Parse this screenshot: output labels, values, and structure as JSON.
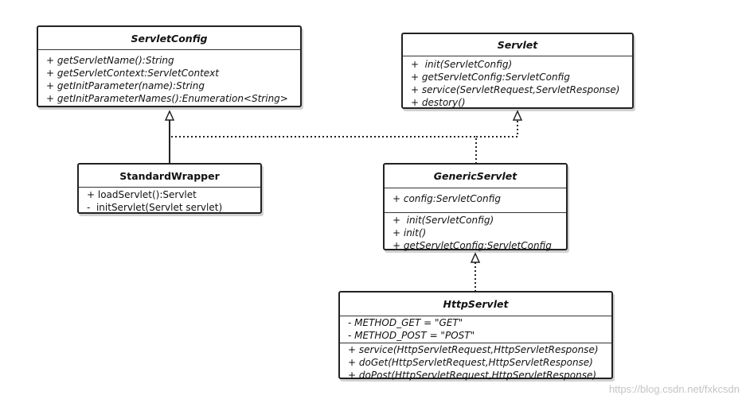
{
  "classes": {
    "servlet_config": {
      "name": "ServletConfig",
      "methods": [
        "+ getServletName():String",
        "+ getServletContext:ServletContext",
        "+ getInitParameter(name):String",
        "+ getInitParameterNames():Enumeration<String>"
      ]
    },
    "servlet": {
      "name": "Servlet",
      "methods": [
        "+  init(ServletConfig)",
        "+ getServletConfig:ServletConfig",
        "+ service(ServletRequest,ServletResponse)",
        "+ destory()"
      ]
    },
    "standard_wrapper": {
      "name": "StandardWrapper",
      "methods": [
        "+ loadServlet():Servlet",
        "-  initServlet(Servlet servlet)"
      ]
    },
    "generic_servlet": {
      "name": "GenericServlet",
      "attributes": [
        "+ config:ServletConfig"
      ],
      "methods": [
        "+  init(ServletConfig)",
        "+ init()",
        "+ getServletConfig:ServletConfig"
      ]
    },
    "http_servlet": {
      "name": "HttpServlet",
      "attributes": [
        "- METHOD_GET = \"GET\"",
        "- METHOD_POST = \"POST\""
      ],
      "methods": [
        "+ service(HttpServletRequest,HttpServletResponse)",
        "+ doGet(HttpServletRequest,HttpServletResponse)",
        "+ doPost(HttpServletRequest,HttpServletResponse)"
      ]
    }
  },
  "watermark": "https://blog.csdn.net/fxkcsdn"
}
